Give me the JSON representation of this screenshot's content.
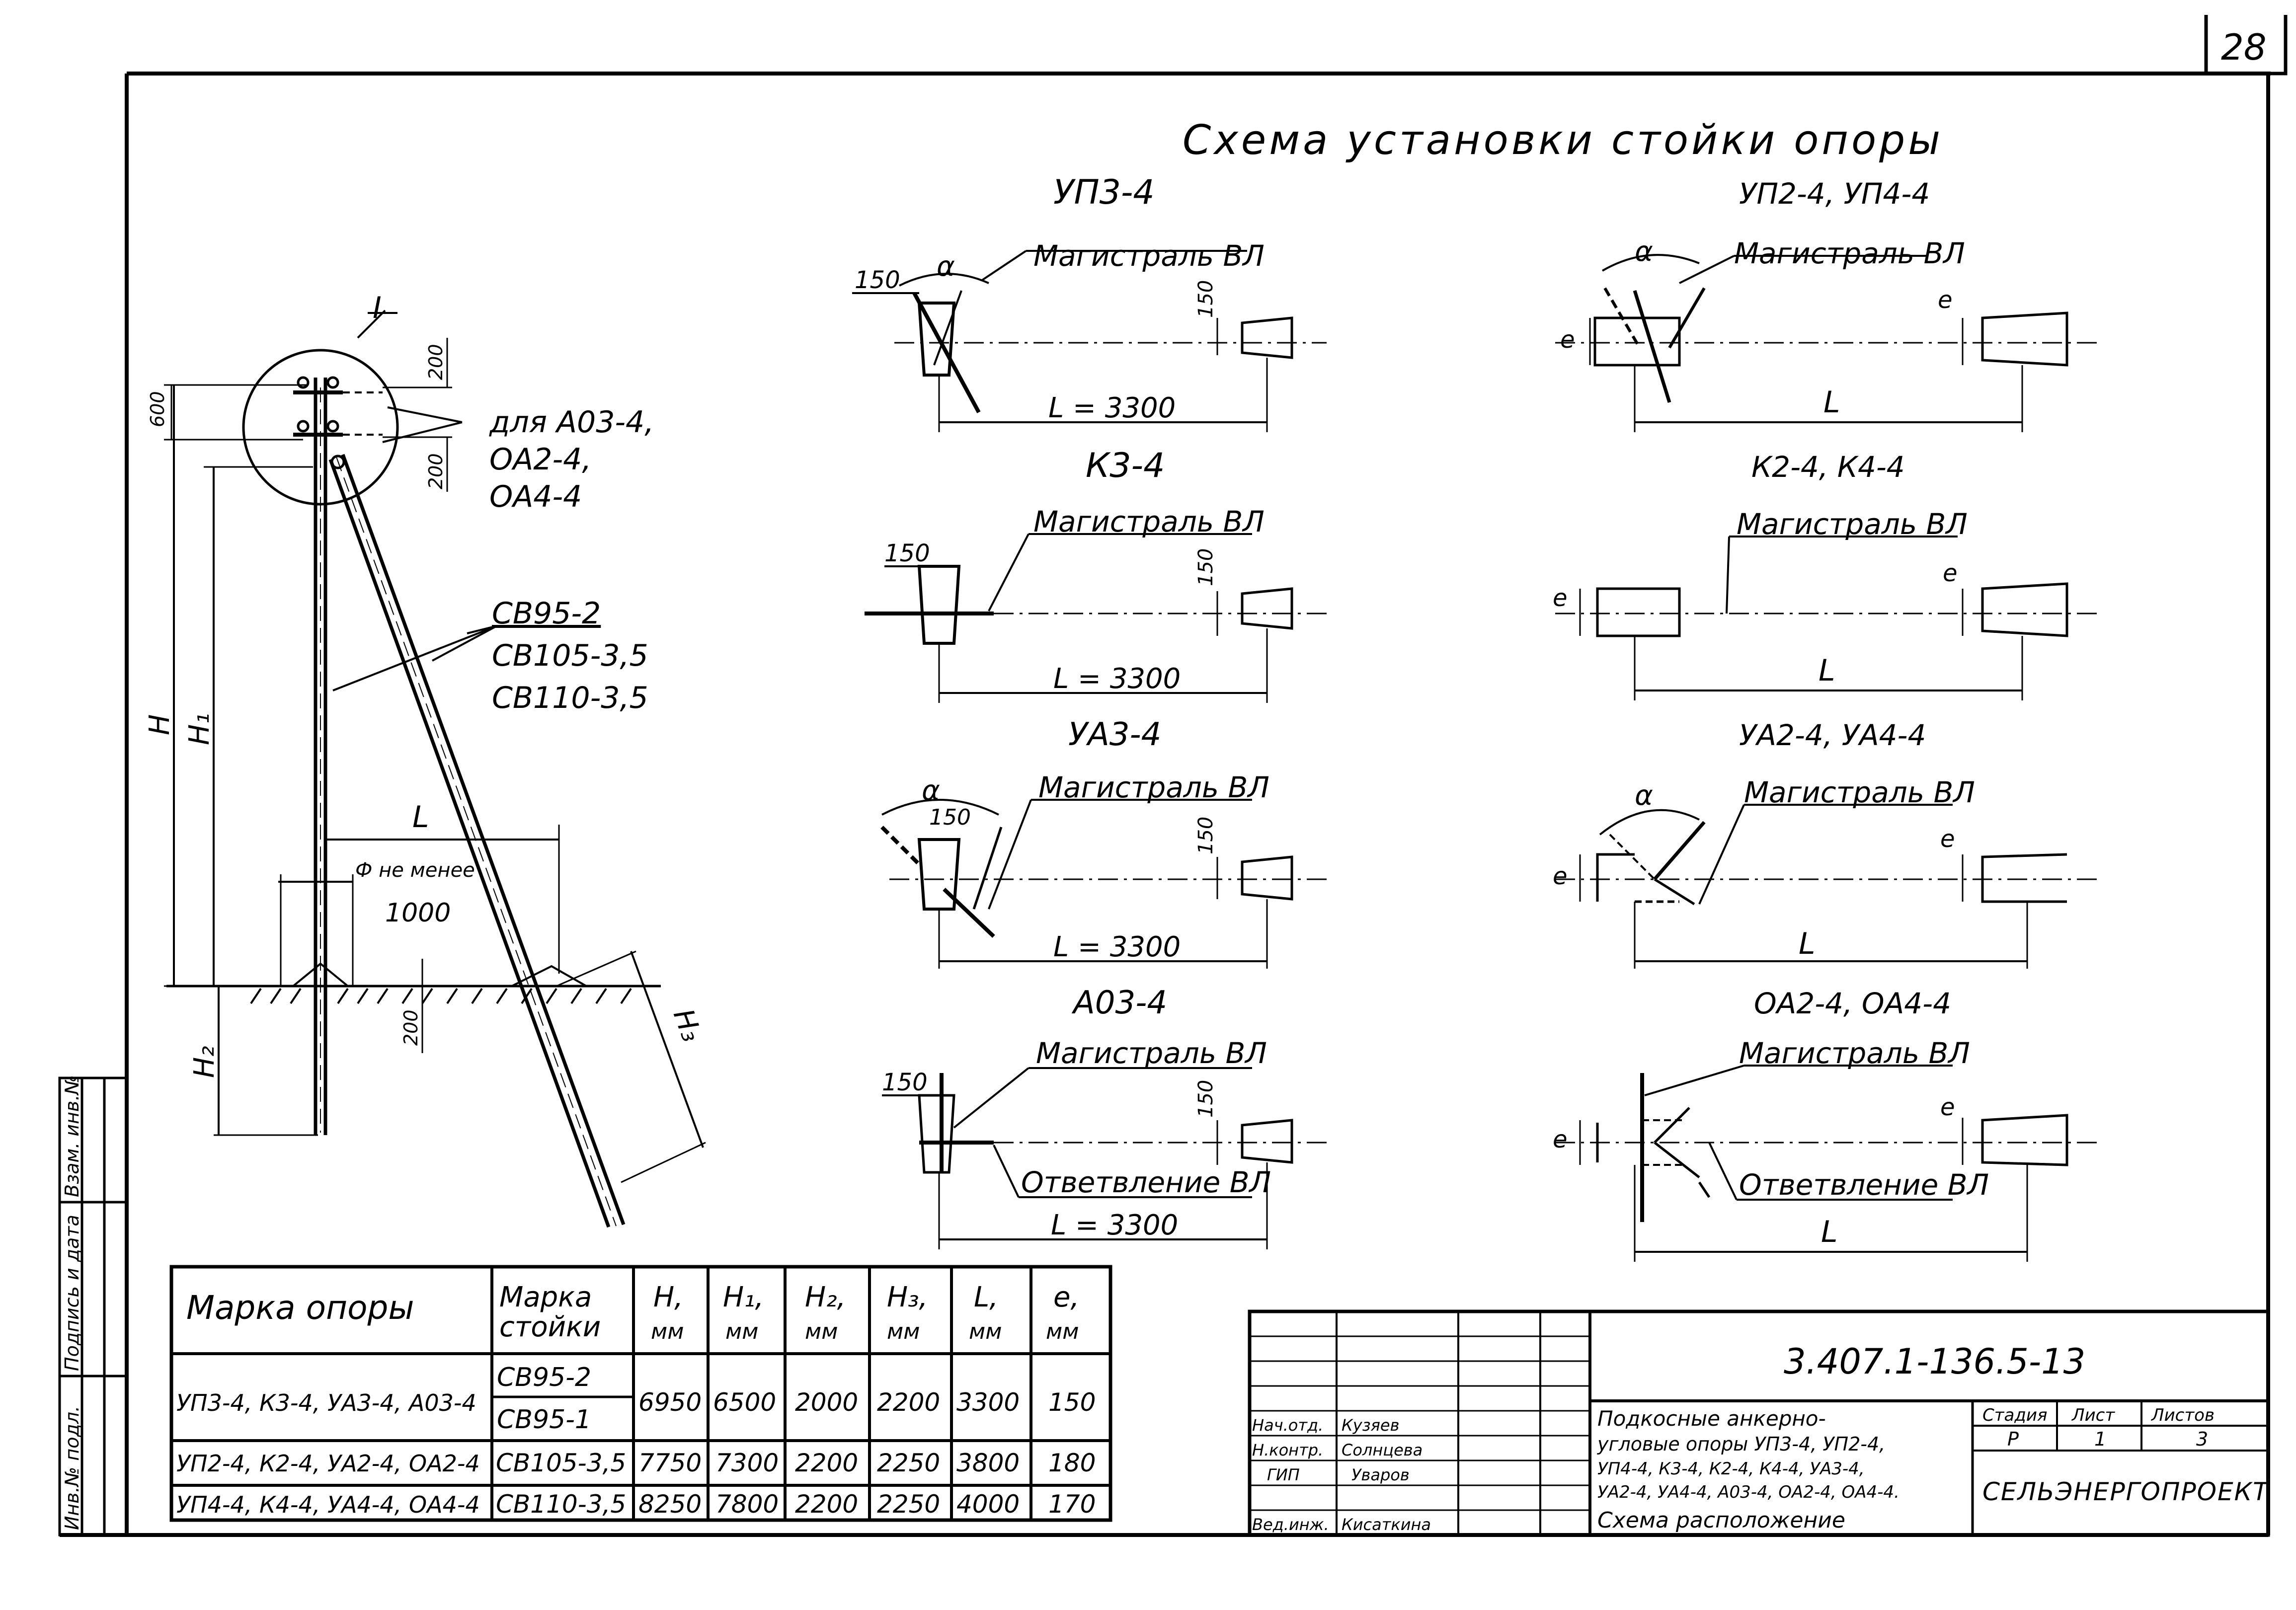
{
  "sheet": {
    "page_number": "28",
    "title": "Схема установки стойки опоры"
  },
  "pole_detail": {
    "callout": "I",
    "dim_600": "600",
    "dim_200_top": "200",
    "dim_200_mid": "200",
    "dim_200_ground": "200",
    "note_line1": "для А03-4,",
    "note_line2": "ОА2-4,",
    "note_line3": "ОА4-4",
    "stand1": "СВ95-2",
    "stand2": "СВ105-3,5",
    "stand3": "СВ110-3,5",
    "H": "H",
    "H1": "H₁",
    "H2": "H₂",
    "H3": "H₃",
    "L": "L",
    "dia_label": "Ф не менее",
    "dia_value": "1000"
  },
  "schemes": {
    "up3": {
      "title": "УП3-4",
      "line": "Магистраль ВЛ",
      "w": "150",
      "e": "150",
      "L": "L = 3300",
      "angle": "α"
    },
    "up24": {
      "title": "УП2-4, УП4-4",
      "line": "Магистраль ВЛ",
      "e1": "e",
      "e2": "e",
      "L": "L",
      "angle": "α"
    },
    "k3": {
      "title": "К3-4",
      "line": "Магистраль ВЛ",
      "w": "150",
      "e": "150",
      "L": "L = 3300"
    },
    "k24": {
      "title": "К2-4, К4-4",
      "line": "Магистраль ВЛ",
      "e1": "e",
      "e2": "e",
      "L": "L"
    },
    "ua3": {
      "title": "УА3-4",
      "line": "Магистраль ВЛ",
      "w": "150",
      "e": "150",
      "L": "L = 3300",
      "angle": "α"
    },
    "ua24": {
      "title": "УА2-4, УА4-4",
      "line": "Магистраль ВЛ",
      "e1": "e",
      "e2": "e",
      "L": "L",
      "angle": "α"
    },
    "ao3": {
      "title": "А03-4",
      "line": "Магистраль ВЛ",
      "branch": "Ответвление ВЛ",
      "w": "150",
      "e": "150",
      "L": "L = 3300"
    },
    "oa24": {
      "title": "ОА2-4, ОА4-4",
      "line": "Магистраль ВЛ",
      "branch": "Ответвление ВЛ",
      "e1": "e",
      "e2": "e",
      "L": "L"
    }
  },
  "table": {
    "headers": [
      [
        "Марка опоры",
        ""
      ],
      [
        "Марка",
        "стойки"
      ],
      [
        "H,",
        "мм"
      ],
      [
        "H₁,",
        "мм"
      ],
      [
        "H₂,",
        "мм"
      ],
      [
        "H₃,",
        "мм"
      ],
      [
        "L,",
        "мм"
      ],
      [
        "e,",
        "мм"
      ]
    ],
    "rows": [
      {
        "mark": "УП3-4, К3-4, УА3-4, А03-4",
        "stands": [
          "СВ95-2",
          "СВ95-1"
        ],
        "H": "6950",
        "H1": "6500",
        "H2": "2000",
        "H3": "2200",
        "L": "3300",
        "e": "150"
      },
      {
        "mark": "УП2-4, К2-4, УА2-4, ОА2-4",
        "stands": [
          "СВ105-3,5"
        ],
        "H": "7750",
        "H1": "7300",
        "H2": "2200",
        "H3": "2250",
        "L": "3800",
        "e": "180"
      },
      {
        "mark": "УП4-4, К4-4, УА4-4, ОА4-4",
        "stands": [
          "СВ110-3,5"
        ],
        "H": "8250",
        "H1": "7800",
        "H2": "2200",
        "H3": "2250",
        "L": "4000",
        "e": "170"
      }
    ]
  },
  "title_block": {
    "doc_number": "3.407.1-136.5-13",
    "signers": [
      {
        "role": "Нач.отд.",
        "name": "Кузяев"
      },
      {
        "role": "Н.контр.",
        "name": "Солнцева"
      },
      {
        "role": "ГИП",
        "name": "Уваров"
      },
      {
        "role": "Вед.инж.",
        "name": "Кисаткина"
      }
    ],
    "description_lines": [
      "Подкосные анкерно-",
      "угловые опоры УП3-4, УП2-4,",
      "УП4-4, К3-4, К2-4, К4-4, УА3-4,",
      "УА2-4, УА4-4, А03-4, ОА2-4, ОА4-4.",
      "Схема расположение"
    ],
    "stage_header": "Стадия",
    "sheet_header": "Лист",
    "sheets_header": "Листов",
    "stage": "Р",
    "sheet": "1",
    "sheets": "3",
    "organization": "СЕЛЬЭНЕРГОПРОЕКТ"
  },
  "side_stamp": {
    "col1": "Инв.№ подл.",
    "col2": "Подпись и дата",
    "col3": "Взам. инв.№"
  }
}
